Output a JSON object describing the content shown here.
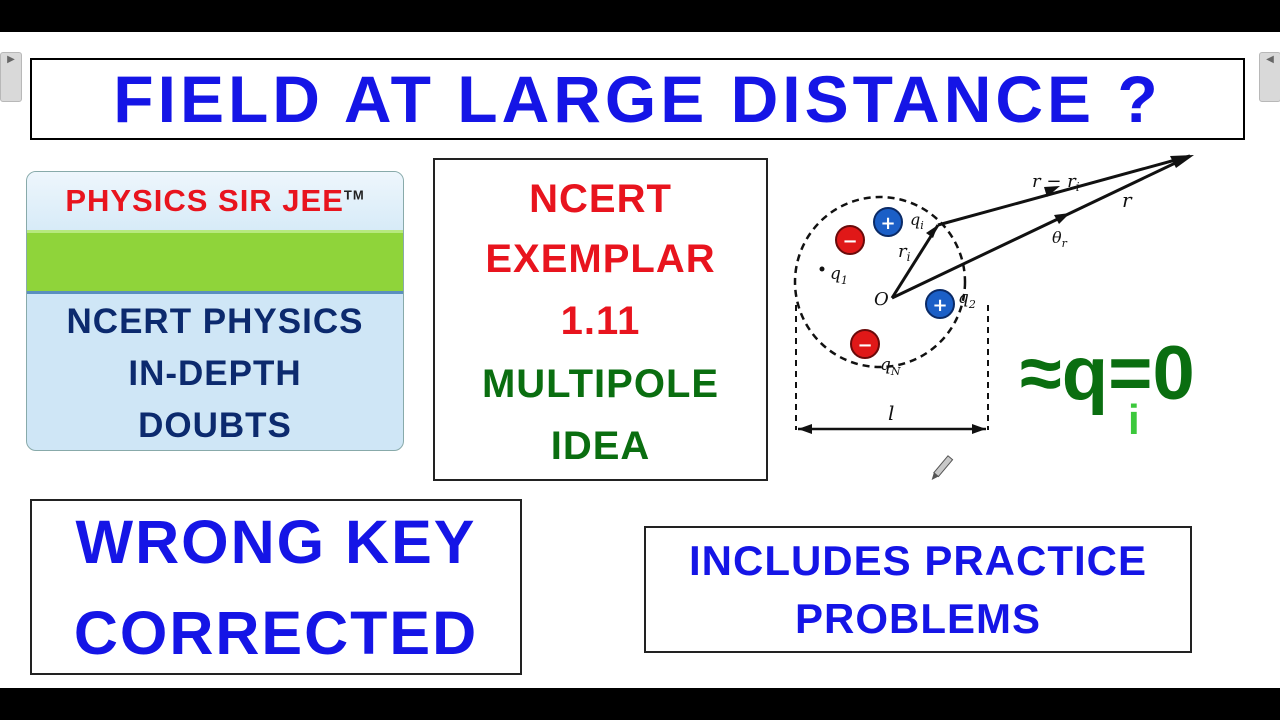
{
  "headline": "FIELD AT LARGE DISTANCE ?",
  "brand": {
    "name": "PHYSICS SIR JEE",
    "trademark": "TM",
    "lines": [
      "NCERT PHYSICS",
      "IN-DEPTH",
      "DOUBTS"
    ]
  },
  "exemplar": {
    "line1": "NCERT",
    "line2": "EXEMPLAR",
    "number": "1.11",
    "topic1": "MULTIPOLE",
    "topic2": "IDEA"
  },
  "wrong_key": [
    "WRONG KEY",
    "CORRECTED"
  ],
  "practice": [
    "INCLUDES PRACTICE",
    "PROBLEMS"
  ],
  "formula": {
    "main": "≈q=0",
    "subscript": "i"
  },
  "diagram": {
    "labels": {
      "q1": "q",
      "q1_sub": "1",
      "q2": "q",
      "q2_sub": "2",
      "qi": "q",
      "qi_sub": "i",
      "qn": "q",
      "qn_sub": "N",
      "origin": "O",
      "ri": "r",
      "ri_sub": "i",
      "r": "r",
      "r_minus_ri": "r − r",
      "r_minus_ri_sub": "i",
      "theta": "θ",
      "theta_sub": "r",
      "length": "l"
    },
    "plus": "+",
    "minus": "−"
  },
  "nav": {
    "left_arrow": "▶",
    "right_arrow": "◀"
  },
  "colors": {
    "blue": "#1515e6",
    "red": "#e8141e",
    "green": "#0a6e10",
    "navy": "#0c2a6e"
  }
}
